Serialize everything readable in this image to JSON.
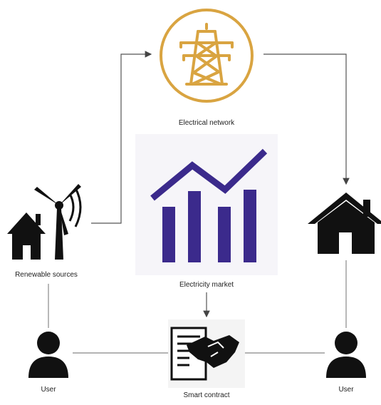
{
  "labels": {
    "electrical_network": "Electrical network",
    "electricity_market": "Electricity market",
    "renewable_sources": "Renewable sources",
    "user_left": "User",
    "user_right": "User",
    "smart_contract": "Smart contract"
  },
  "icons": {
    "network": "transmission-tower-icon",
    "market": "bar-chart-trend-icon",
    "renewable": "house-wind-turbine-icon",
    "consumer_home": "house-icon",
    "user": "user-icon",
    "contract": "document-handshake-icon"
  },
  "colors": {
    "tower_gold": "#D9A441",
    "market_purple": "#3B2A8C",
    "icon_black": "#111111",
    "connector": "#555555"
  }
}
